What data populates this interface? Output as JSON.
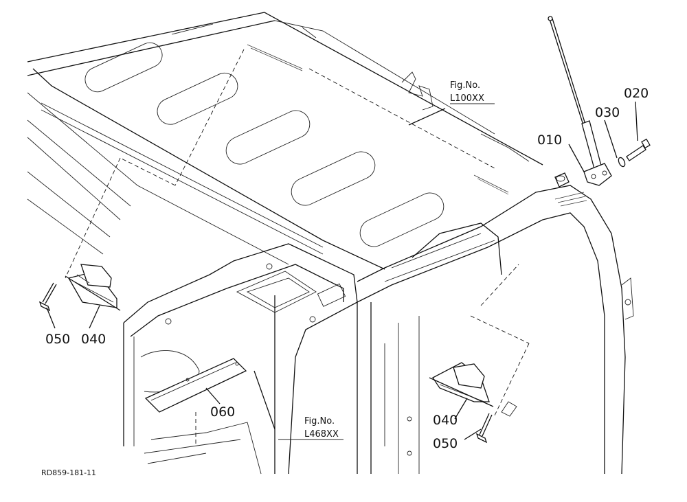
{
  "diagram": {
    "part_labels": {
      "p010": "010",
      "p020": "020",
      "p030": "030",
      "p040_left": "040",
      "p050_left": "050",
      "p040_right": "040",
      "p050_right": "050",
      "p060": "060"
    },
    "figure_refs": {
      "top": {
        "line1": "Fig.No.",
        "line2": "L100XX"
      },
      "bottom": {
        "line1": "Fig.No.",
        "line2": "L468XX"
      }
    },
    "drawing_code": "RD859-181-11"
  }
}
